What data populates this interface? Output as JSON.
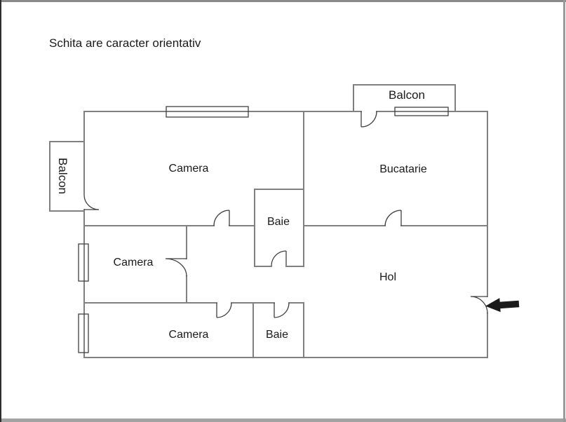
{
  "title": "Schita are caracter orientativ",
  "rooms": {
    "camera_top": "Camera",
    "camera_middle": "Camera",
    "camera_bottom": "Camera",
    "bucatarie": "Bucatarie",
    "baie_middle": "Baie",
    "baie_bottom": "Baie",
    "hol": "Hol",
    "balcon_top": "Balcon",
    "balcon_left": "Balcon"
  },
  "icons": {
    "entrance_arrow": "left-arrow"
  },
  "colors": {
    "wall": "#808080",
    "door": "#404040",
    "window": "#404040",
    "text": "#1a1a1a",
    "arrow": "#1a1a1a",
    "background": "#ffffff"
  }
}
